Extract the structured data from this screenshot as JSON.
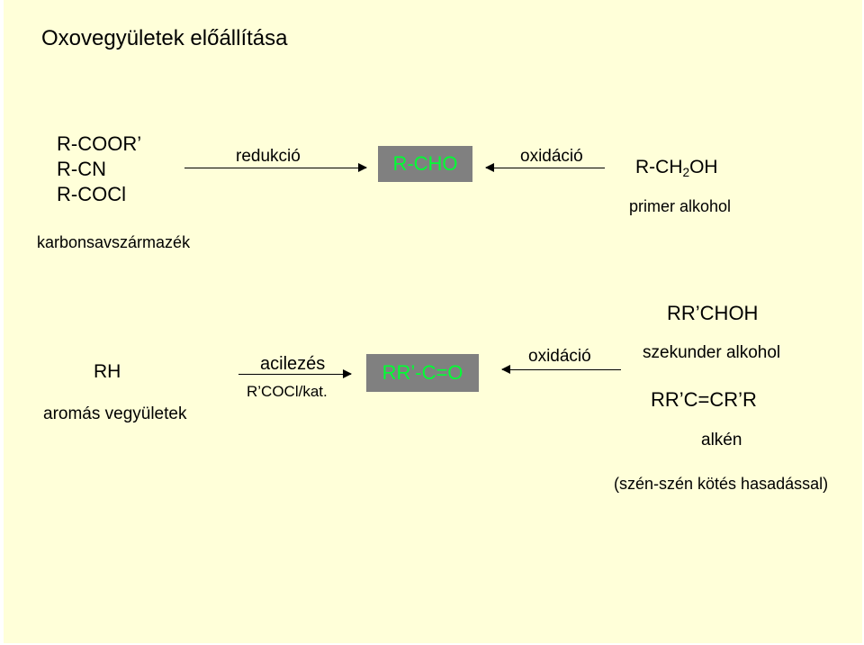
{
  "title": "Oxovegyületek előállítása",
  "row1": {
    "sources": [
      "R-COOR’",
      "R-CN",
      "R-COCl"
    ],
    "source_caption": "karbonsavszármazék",
    "reduction_label": "redukció",
    "product": "R-CHO",
    "oxidation_label": "oxidáció",
    "alcohol_prefix": "R-CH",
    "alcohol_subscript": "2",
    "alcohol_suffix": "OH",
    "alcohol_caption": "primer alkohol"
  },
  "row2": {
    "source": "RH",
    "source_caption": "aromás vegyületek",
    "acylation_label": "acilezés",
    "acylation_reagent": "R’COCl/kat.",
    "product": "RR’-C=O",
    "oxidation_label": "oxidáció",
    "secondary_alcohol": "RR’CHOH",
    "secondary_alcohol_caption": "szekunder alkohol",
    "alkene": "RR’C=CR’R",
    "alkene_caption": "alkén",
    "cleavage_note": "(szén-szén kötés hasadással)"
  },
  "colors": {
    "background": "#ffffd9",
    "box_fill": "#808080",
    "box_text": "#00ff33"
  }
}
